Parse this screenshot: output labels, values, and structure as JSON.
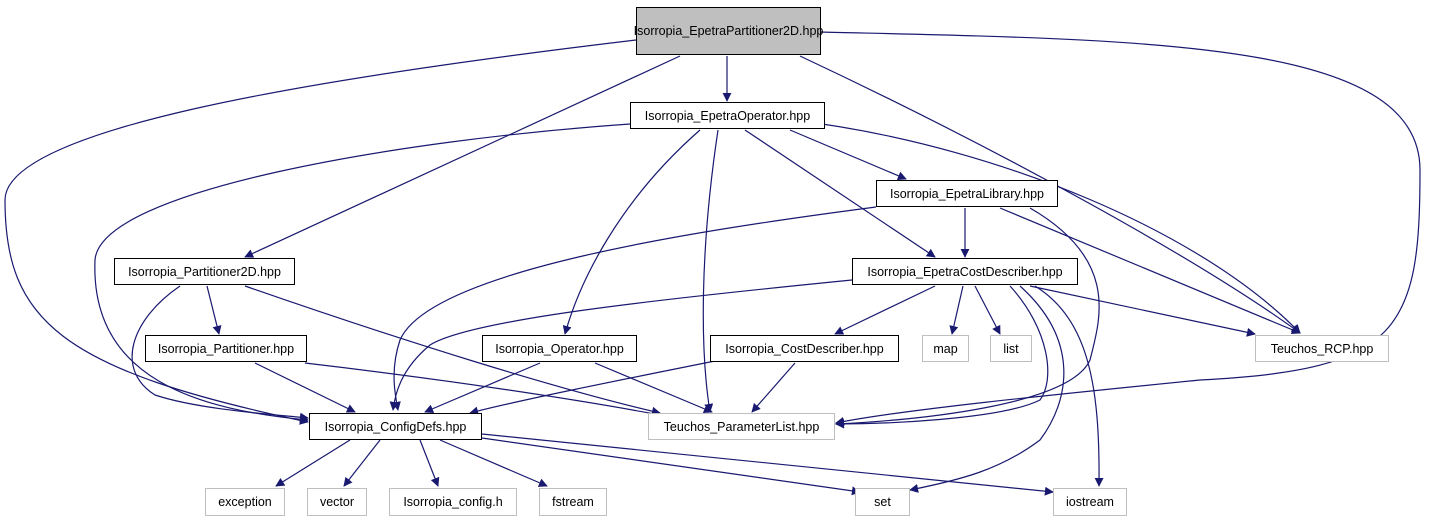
{
  "colors": {
    "edge": "#191970",
    "root_fill": "#bfbfbf",
    "internal_border": "#000000",
    "external_border": "#bfbfbf"
  },
  "nodes": {
    "root": "Isorropia_EpetraPartitioner2D.hpp",
    "epetra_operator": "Isorropia_EpetraOperator.hpp",
    "epetra_library": "Isorropia_EpetraLibrary.hpp",
    "partitioner2d": "Isorropia_Partitioner2D.hpp",
    "epetra_cost_describer": "Isorropia_EpetraCostDescriber.hpp",
    "partitioner": "Isorropia_Partitioner.hpp",
    "operator": "Isorropia_Operator.hpp",
    "cost_describer": "Isorropia_CostDescriber.hpp",
    "map": "map",
    "list": "list",
    "teuchos_rcp": "Teuchos_RCP.hpp",
    "config_defs": "Isorropia_ConfigDefs.hpp",
    "teuchos_parameterlist": "Teuchos_ParameterList.hpp",
    "exception": "exception",
    "vector": "vector",
    "isorropia_config_h": "Isorropia_config.h",
    "fstream": "fstream",
    "set": "set",
    "iostream": "iostream"
  }
}
